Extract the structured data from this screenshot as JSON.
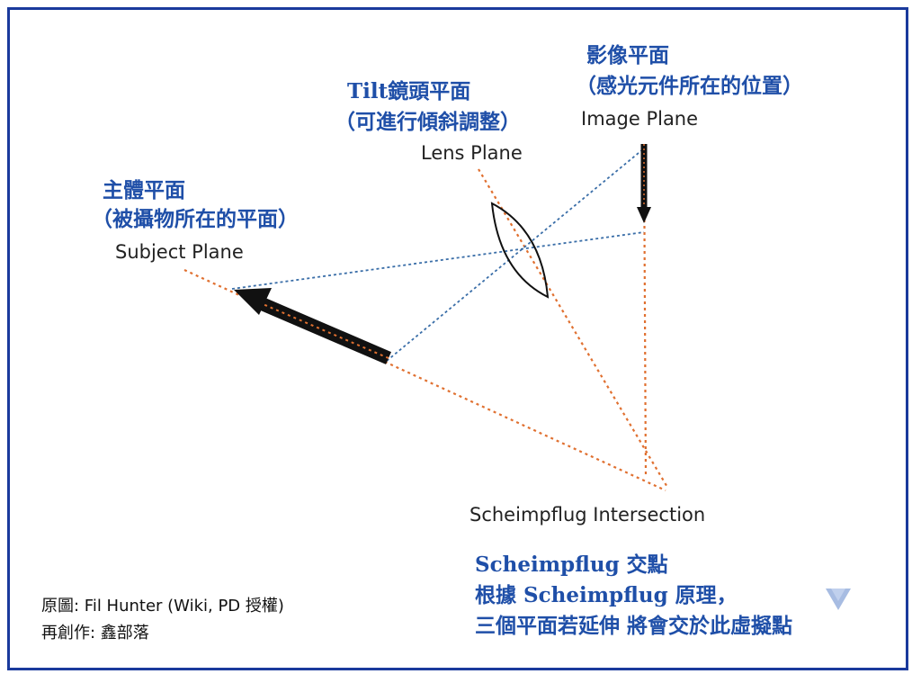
{
  "labels": {
    "image_plane_cn": [
      "影像平面",
      "（感光元件所在的位置）"
    ],
    "image_plane_en": "Image Plane",
    "lens_plane_cn": [
      "Tilt鏡頭平面",
      "（可進行傾斜調整）"
    ],
    "lens_plane_en": "Lens Plane",
    "subject_plane_cn": [
      "主體平面",
      "（被攝物所在的平面）"
    ],
    "subject_plane_en": "Subject Plane",
    "intersection_en": "Scheimpflug Intersection",
    "intersection_cn": [
      "Scheimpflug 交點",
      "根據 Scheimpflug 原理，",
      "三個平面若延伸 將會交於此虛擬點"
    ]
  },
  "credits": {
    "original": "原圖: Fil Hunter (Wiki, PD 授權)",
    "recreated": "再創作: 鑫部落"
  },
  "colors": {
    "border": "#1a3a9c",
    "label_blue": "#1f4fa8",
    "plane_line": "#e07030",
    "ray_line": "#3a6ea8",
    "arrow": "#111111"
  }
}
